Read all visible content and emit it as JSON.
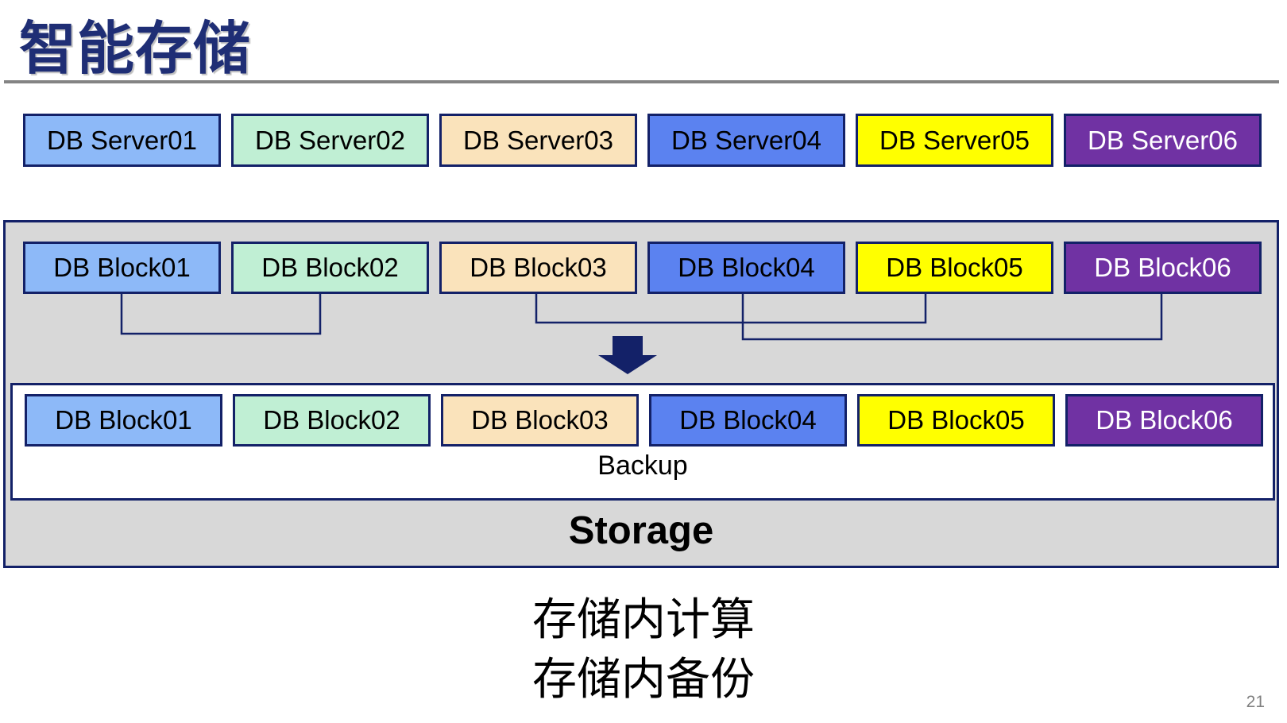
{
  "title": "智能存储",
  "page_number": "21",
  "caption": {
    "line1": "存储内计算",
    "line2": "存储内备份"
  },
  "server_row": [
    {
      "label": "DB Server01",
      "fill": "#8DB9F8",
      "text_color": "#000000"
    },
    {
      "label": "DB Server02",
      "fill": "#C0EFD4",
      "text_color": "#000000"
    },
    {
      "label": "DB Server03",
      "fill": "#FAE3BB",
      "text_color": "#000000"
    },
    {
      "label": "DB Server04",
      "fill": "#5B82F0",
      "text_color": "#000000"
    },
    {
      "label": "DB Server05",
      "fill": "#FFFF00",
      "text_color": "#000000"
    },
    {
      "label": "DB Server06",
      "fill": "#7032A3",
      "text_color": "#FFFFFF"
    }
  ],
  "block_row_top": [
    {
      "label": "DB Block01",
      "fill": "#8DB9F8",
      "text_color": "#000000"
    },
    {
      "label": "DB Block02",
      "fill": "#C0EFD4",
      "text_color": "#000000"
    },
    {
      "label": "DB Block03",
      "fill": "#FAE3BB",
      "text_color": "#000000"
    },
    {
      "label": "DB Block04",
      "fill": "#5B82F0",
      "text_color": "#000000"
    },
    {
      "label": "DB Block05",
      "fill": "#FFFF00",
      "text_color": "#000000"
    },
    {
      "label": "DB Block06",
      "fill": "#7032A3",
      "text_color": "#FFFFFF"
    }
  ],
  "block_row_bottom": [
    {
      "label": "DB Block01",
      "fill": "#8DB9F8",
      "text_color": "#000000"
    },
    {
      "label": "DB Block02",
      "fill": "#C0EFD4",
      "text_color": "#000000"
    },
    {
      "label": "DB Block03",
      "fill": "#FAE3BB",
      "text_color": "#000000"
    },
    {
      "label": "DB Block04",
      "fill": "#5B82F0",
      "text_color": "#000000"
    },
    {
      "label": "DB Block05",
      "fill": "#FFFF00",
      "text_color": "#000000"
    },
    {
      "label": "DB Block06",
      "fill": "#7032A3",
      "text_color": "#FFFFFF"
    }
  ],
  "storage_box": {
    "backup_label": "Backup",
    "storage_label": "Storage"
  },
  "colors": {
    "navy": "#132168",
    "container_gray": "#D8D8D8",
    "divider_gray": "#848484",
    "title_blue": "#1F2E75",
    "page_gray": "#808080"
  }
}
